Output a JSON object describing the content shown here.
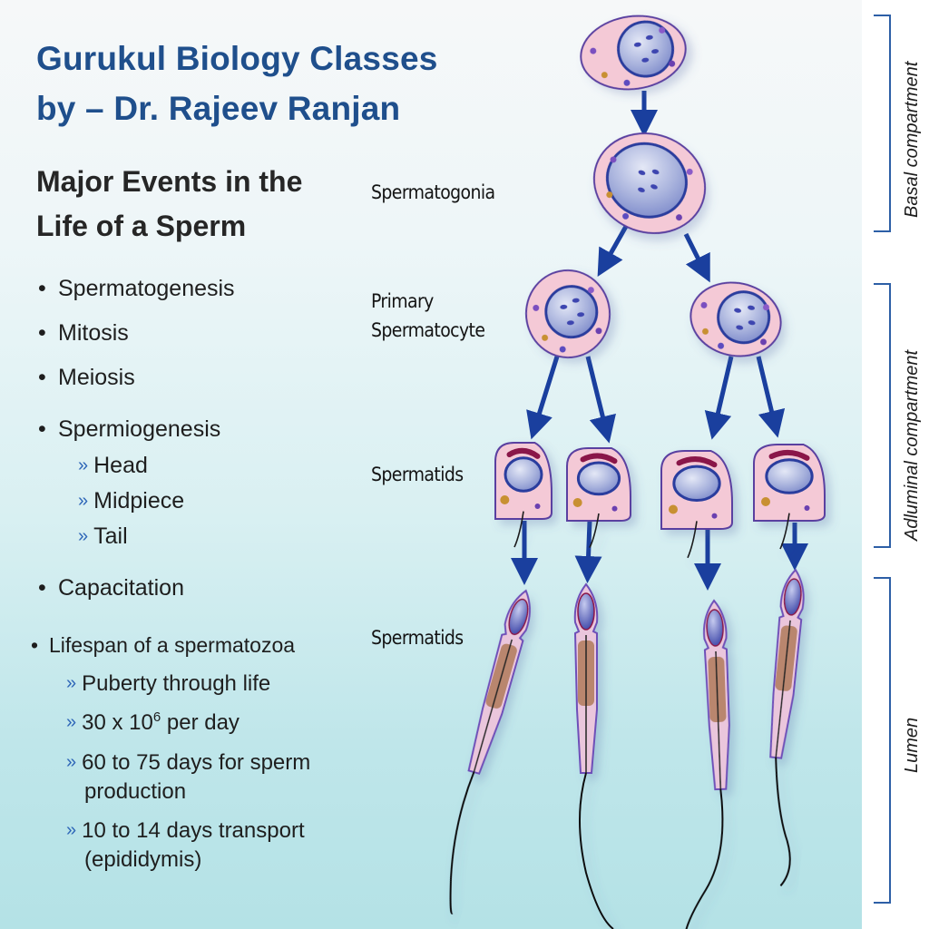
{
  "header": {
    "title_line1": "Gurukul Biology Classes",
    "title_line2": "by – Dr. Rajeev Ranjan"
  },
  "subtitle": {
    "line1": "Major Events in the",
    "line2": "Life of a Sperm"
  },
  "bullets": [
    {
      "label": "Spermatogenesis",
      "sub": []
    },
    {
      "label": "Mitosis",
      "sub": []
    },
    {
      "label": "Meiosis",
      "sub": []
    },
    {
      "label": "Spermiogenesis",
      "sub": [
        "Head",
        "Midpiece",
        "Tail"
      ]
    },
    {
      "label": "Capacitation",
      "sub": []
    },
    {
      "label": "Lifespan of a spermatozoa",
      "sub": [
        "Puberty through life",
        "30 x 10^6 per day",
        "60 to 75 days for sperm production",
        "10 to 14 days transport (epididymis)"
      ]
    }
  ],
  "lifespan_display": {
    "puberty": "Puberty through life",
    "rate_base": "30 x 10",
    "rate_exp": "6",
    "rate_suffix": " per day",
    "production_l1": "60 to 75 days for sperm",
    "production_l2": "production",
    "transport_l1": "10 to 14 days transport",
    "transport_l2": "(epididymis)"
  },
  "bullet_symbol": "•",
  "sub_bullet_symbol": "»",
  "diagram": {
    "stages": [
      {
        "label": "Spermatogonia"
      },
      {
        "label_line1": "Primary",
        "label_line2": "Spermatocyte"
      },
      {
        "label": "Spermatids"
      },
      {
        "label": "Spermatids"
      }
    ],
    "compartments": [
      {
        "label": "Basal compartment"
      },
      {
        "label": "Adluminal compartment"
      },
      {
        "label": "Lumen"
      }
    ]
  },
  "colors": {
    "title_blue": "#1f4f8c",
    "arrow_blue": "#1a3f9e",
    "bracket_blue": "#2d5fa6",
    "chevron_blue": "#2e66b8",
    "cytoplasm_pink": "#f4c9d6",
    "nucleus_blue": "#9aa8d8",
    "membrane_purple": "#5a3fa0"
  }
}
